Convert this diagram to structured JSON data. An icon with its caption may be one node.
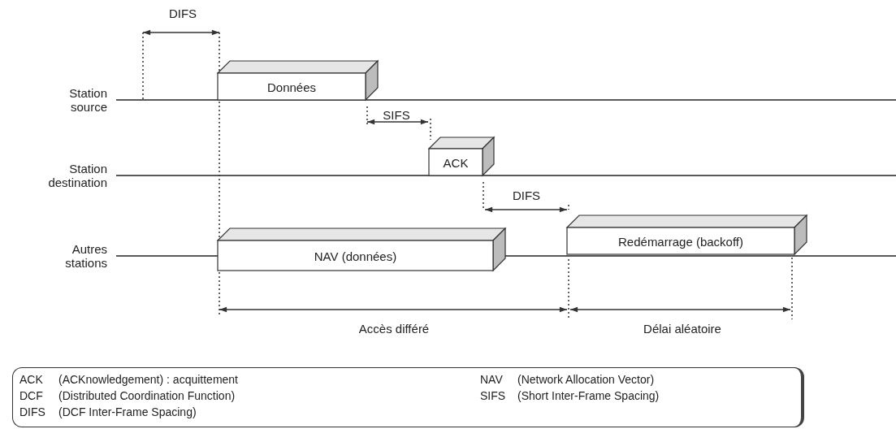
{
  "diagram": {
    "nodes": [
      {
        "text": [
          "Données"
        ]
      },
      {
        "text": [
          "ACK"
        ]
      },
      {
        "text": [
          "NAV (données)"
        ]
      },
      {
        "text": [
          "Redémarrage (backoff)"
        ]
      },
      {
        "text": [
          "ACK",
          "(ACKnowledgement) : acquittement",
          "DCF",
          "(Distributed Coordination Function)",
          "DIFS",
          "(DCF Inter-Frame Spacing)",
          "NAV",
          "(Network Allocation Vector)",
          "SIFS",
          "(Short Inter-Frame Spacing)"
        ]
      }
    ],
    "labels": [
      "DIFS",
      "Station source",
      "SIFS",
      "Station destination",
      "DIFS",
      "Autres stations",
      "Accès différé",
      "Délai aléatoire"
    ]
  }
}
